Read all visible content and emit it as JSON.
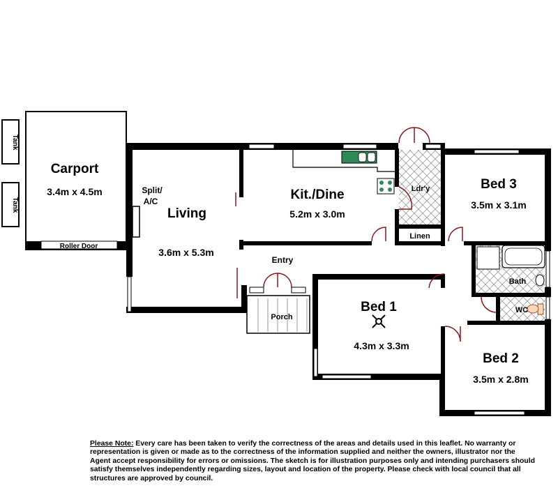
{
  "rooms": {
    "carport": {
      "name": "Carport",
      "dims": "3.4m x 4.5m"
    },
    "living": {
      "name": "Living",
      "dims": "3.6m x 5.3m"
    },
    "kitdine": {
      "name": "Kit./Dine",
      "dims": "5.2m x 3.0m"
    },
    "bed3": {
      "name": "Bed 3",
      "dims": "3.5m x 3.1m"
    },
    "bed1": {
      "name": "Bed 1",
      "dims": "4.3m x 3.3m"
    },
    "bed2": {
      "name": "Bed 2",
      "dims": "3.5m x 2.8m"
    }
  },
  "labels": {
    "tank1": "Tank",
    "tank2": "Tank",
    "roller_door": "Roller Door",
    "split_line1": "Split/",
    "split_line2": "A/C",
    "laundry": "Ldr'y",
    "linen": "Linen",
    "entry": "Entry",
    "porch": "Porch",
    "bath": "Bath",
    "wc": "WC"
  },
  "note": {
    "label": "Please Note:",
    "text": " Every care has been taken to verify the correctness of the areas and details used in this leaflet. No warranty or representation is given or made as to the correctness of the information supplied and neither the owners, illustrator nor the Agent accept responsibility for errors or omissions. The sketch is for illustration purposes only and intending purchasers should satisfy themselves independently regarding sizes, layout and location of the property. Please check with local council that all structures are approved by council."
  }
}
